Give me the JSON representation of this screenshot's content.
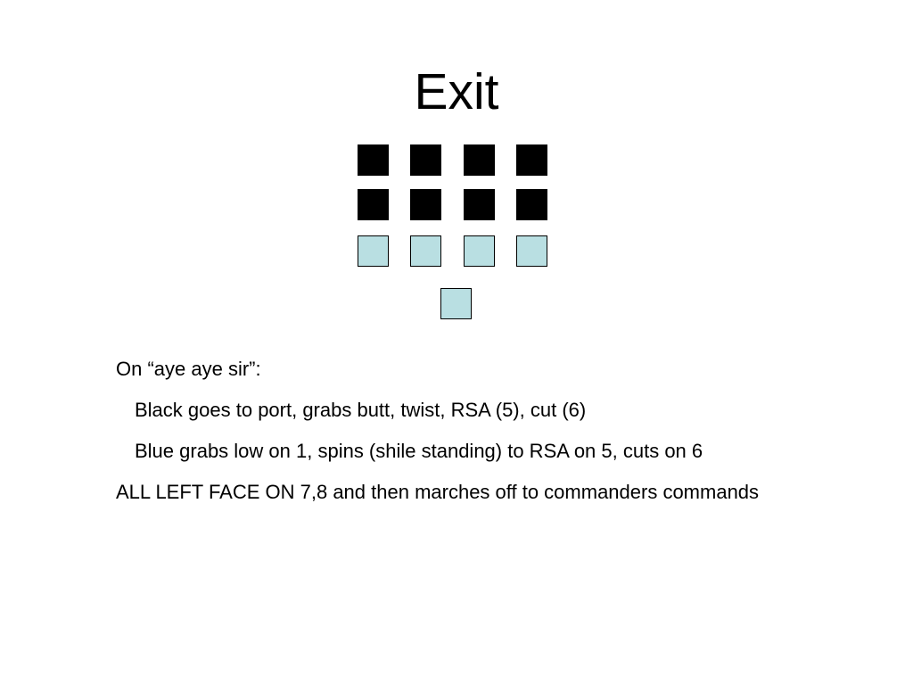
{
  "slide": {
    "title": "Exit"
  },
  "formation": {
    "black_color": "#000000",
    "blue_color": "#b9dfe2",
    "rows": [
      {
        "role": "black",
        "count": 4
      },
      {
        "role": "black",
        "count": 4
      },
      {
        "role": "blue",
        "count": 4
      },
      {
        "role": "blue",
        "count": 1
      }
    ]
  },
  "body": {
    "lines": [
      "On “aye aye sir”:",
      "Black goes to port, grabs butt, twist, RSA (5), cut (6)",
      "Blue grabs low on 1, spins (shile standing) to RSA on 5, cuts on 6",
      "ALL LEFT FACE ON 7,8 and then marches off to commanders commands"
    ]
  }
}
